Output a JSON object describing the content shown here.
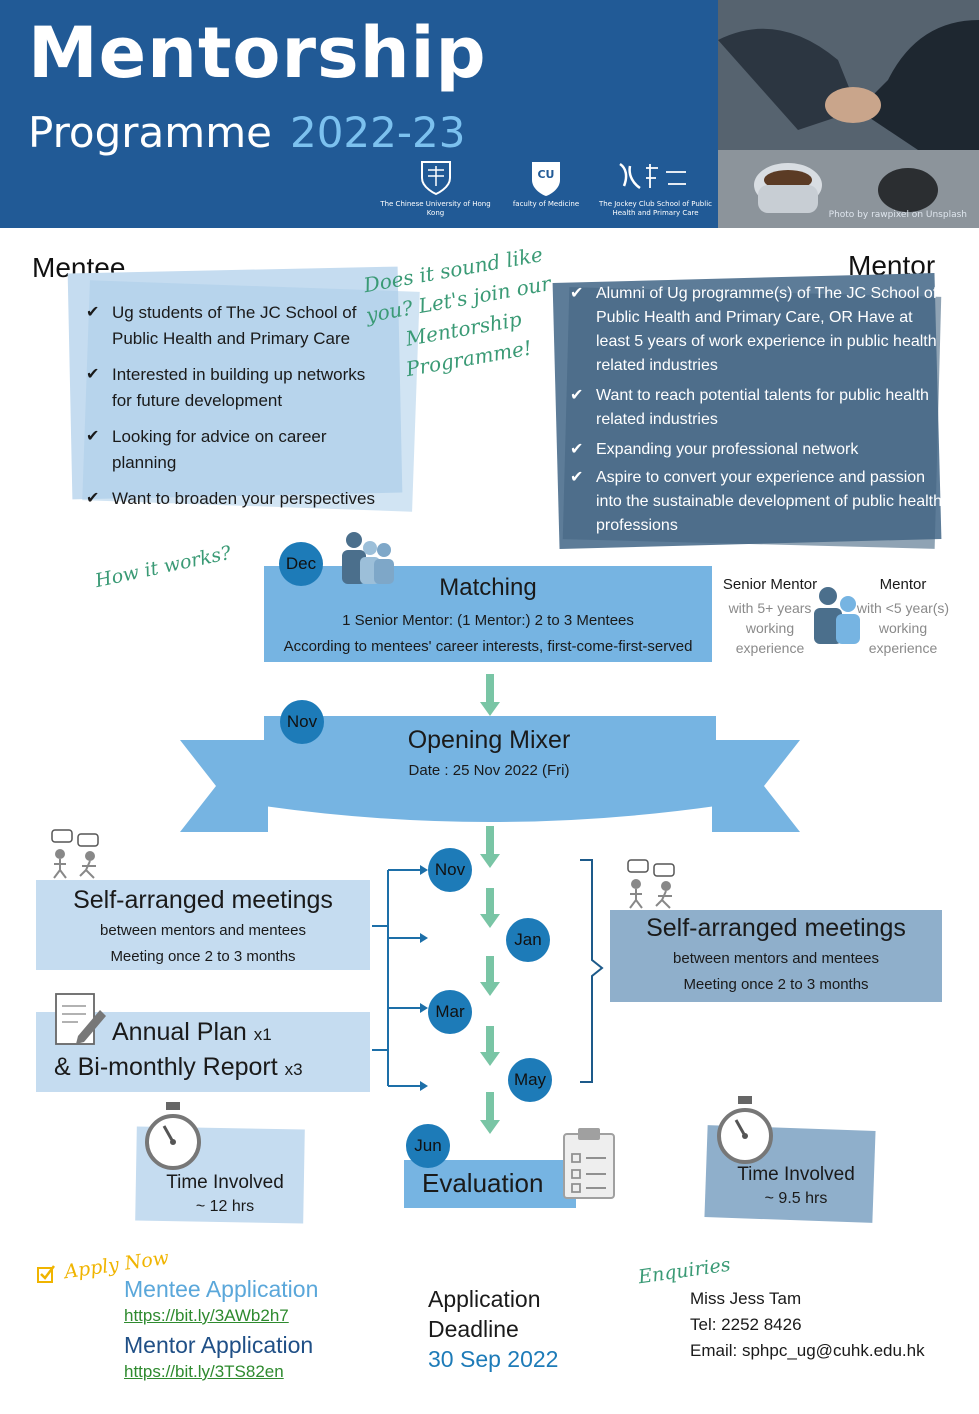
{
  "header": {
    "title": "Mentorship",
    "subtitle": "Programme",
    "year": "2022-23",
    "logos": [
      "The Chinese University of Hong Kong",
      "faculty of Medicine",
      "The Jockey Club School of Public Health and Primary Care"
    ],
    "photo_credit": "Photo by rawpixel on Unsplash"
  },
  "mentee": {
    "label": "Mentee",
    "items": [
      "Ug students of The JC School of Public Health and Primary Care",
      "Interested in building up networks for future development",
      "Looking for advice on career planning",
      "Want to broaden your perspectives"
    ]
  },
  "mentor": {
    "label": "Mentor",
    "items": [
      "Alumni of Ug programme(s) of The JC School of Public Health and Primary Care, OR Have at least 5 years of work experience in public health related industries",
      "Want to reach potential talents for public health related industries",
      "Expanding your professional network",
      "Aspire to convert your experience and passion into the sustainable development of public health professions"
    ]
  },
  "tagline": "Does it sound like you? Let's join our Mentorship Programme!",
  "how_it_works": "How it works?",
  "matching": {
    "month": "Dec",
    "title": "Matching",
    "line1": "1 Senior Mentor: (1 Mentor:) 2 to 3 Mentees",
    "line2": "According to mentees' career interests, first-come-first-served"
  },
  "roles": {
    "senior_title": "Senior Mentor",
    "senior_desc": "with 5+ years working experience",
    "mentor_title": "Mentor",
    "mentor_desc": "with <5 year(s) working experience"
  },
  "mixer": {
    "month": "Nov",
    "title": "Opening Mixer",
    "date": "Date : 25 Nov 2022 (Fri)"
  },
  "months": [
    "Nov",
    "Jan",
    "Mar",
    "May"
  ],
  "mentee_meetings": {
    "title": "Self-arranged meetings",
    "line1": "between mentors and mentees",
    "line2": "Meeting once 2 to 3 months"
  },
  "mentor_meetings": {
    "title": "Self-arranged meetings",
    "line1": "between mentors and mentees",
    "line2": "Meeting once 2 to 3 months"
  },
  "plan": {
    "line1": "Annual Plan",
    "line1_mult": "x1",
    "line2": "& Bi-monthly Report",
    "line2_mult": "x3"
  },
  "evaluation": {
    "month": "Jun",
    "title": "Evaluation"
  },
  "time_mentee": {
    "label": "Time Involved",
    "value": "~ 12 hrs"
  },
  "time_mentor": {
    "label": "Time Involved",
    "value": "~ 9.5 hrs"
  },
  "apply": {
    "label": "Apply Now",
    "mentee_label": "Mentee Application",
    "mentee_link": "https://bit.ly/3AWb2h7",
    "mentor_label": "Mentor Application",
    "mentor_link": "https://bit.ly/3TS82en"
  },
  "deadline": {
    "line1": "Application",
    "line2": "Deadline",
    "date": "30 Sep 2022"
  },
  "enquiries": {
    "label": "Enquiries",
    "name": "Miss Jess Tam",
    "tel": "Tel: 2252 8426",
    "email": "Email: sphpc_ug@cuhk.edu.hk"
  },
  "colors": {
    "header": "#215a96",
    "light_blue": "#c5dcf0",
    "mid_blue": "#76b4e2",
    "slate": "#5d7c98",
    "green": "#79c5a5"
  }
}
